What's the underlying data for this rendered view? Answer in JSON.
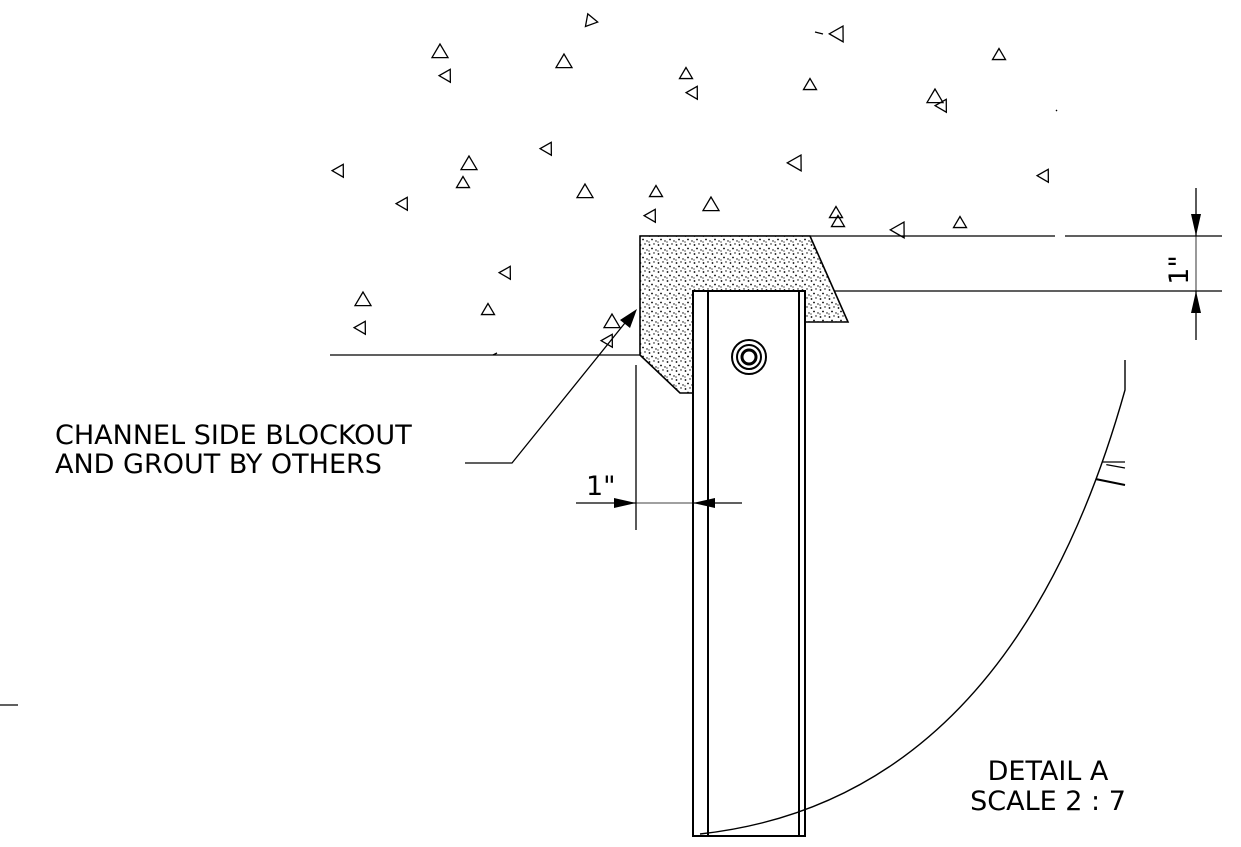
{
  "callout": {
    "line1": "CHANNEL SIDE BLOCKOUT",
    "line2": "AND GROUT BY OTHERS"
  },
  "dimensions": {
    "horizontal": "1\"",
    "vertical": "1\""
  },
  "detail": {
    "name": "DETAIL A",
    "scale": "SCALE 2 : 7"
  }
}
